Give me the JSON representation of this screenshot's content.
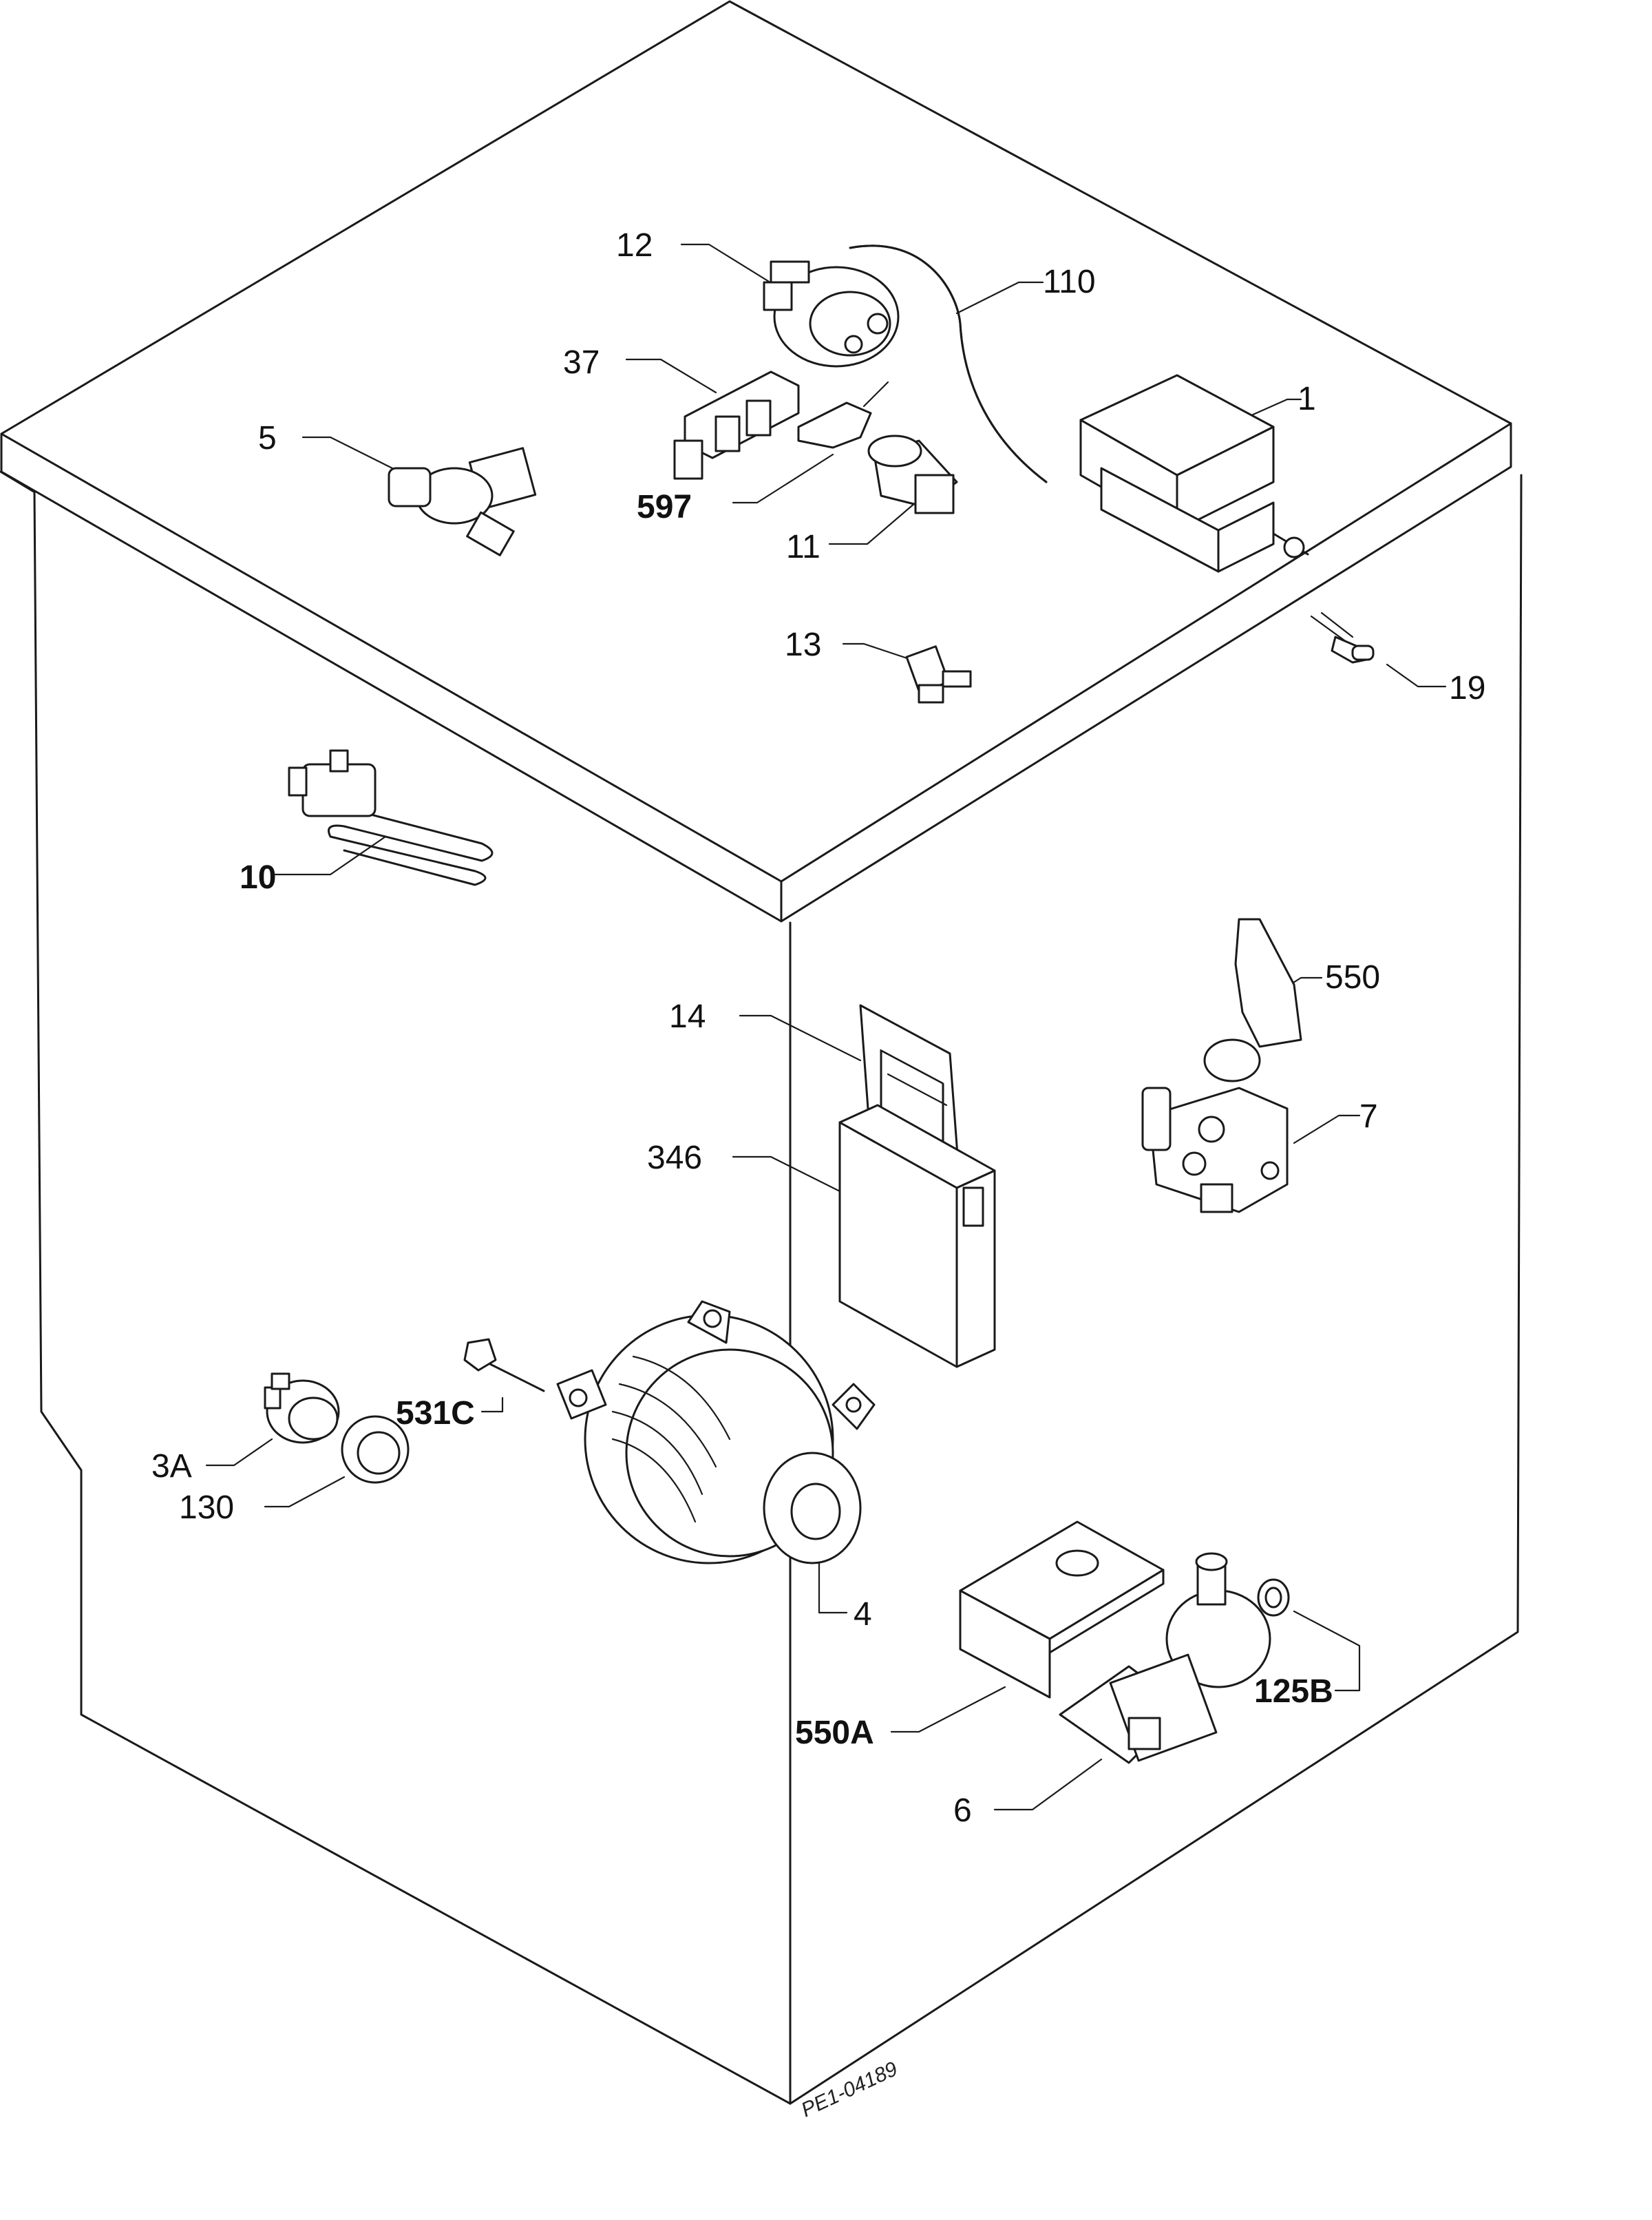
{
  "diagram": {
    "labels": [
      {
        "id": "p12",
        "text": "12",
        "bold": false
      },
      {
        "id": "p110",
        "text": "110",
        "bold": false
      },
      {
        "id": "p37",
        "text": "37",
        "bold": false
      },
      {
        "id": "p5",
        "text": "5",
        "bold": false
      },
      {
        "id": "p1",
        "text": "1",
        "bold": false
      },
      {
        "id": "p597",
        "text": "597",
        "bold": true
      },
      {
        "id": "p11",
        "text": "11",
        "bold": false
      },
      {
        "id": "p13",
        "text": "13",
        "bold": false
      },
      {
        "id": "p19",
        "text": "19",
        "bold": false
      },
      {
        "id": "p10",
        "text": "10",
        "bold": true
      },
      {
        "id": "p550",
        "text": "550",
        "bold": false
      },
      {
        "id": "p14",
        "text": "14",
        "bold": false
      },
      {
        "id": "p7",
        "text": "7",
        "bold": false
      },
      {
        "id": "p346",
        "text": "346",
        "bold": false
      },
      {
        "id": "p531c",
        "text": "531C",
        "bold": true
      },
      {
        "id": "p3a",
        "text": "3A",
        "bold": false
      },
      {
        "id": "p130",
        "text": "130",
        "bold": false
      },
      {
        "id": "p4",
        "text": "4",
        "bold": false
      },
      {
        "id": "p125b",
        "text": "125B",
        "bold": true
      },
      {
        "id": "p550a",
        "text": "550A",
        "bold": true
      },
      {
        "id": "p6",
        "text": "6",
        "bold": false
      }
    ],
    "drawing_code": "PE1-04189"
  }
}
